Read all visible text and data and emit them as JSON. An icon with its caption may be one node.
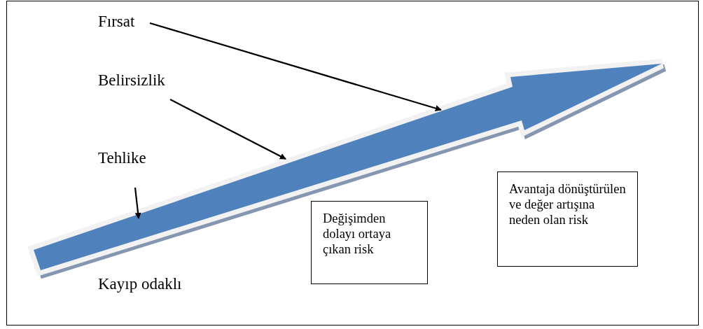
{
  "diagram": {
    "nodes": [
      {
        "text": [
          "Fırsat"
        ]
      },
      {
        "text": [
          "Belirsizlik"
        ]
      },
      {
        "text": [
          "Tehlike"
        ]
      },
      {
        "text": [],
        "shape": "arrow"
      },
      {
        "text": [
          "Değişimden dolayı ortaya çıkan risk"
        ]
      },
      {
        "text": [
          "Avantaja dönüştürülen ve değer artışına neden olan risk"
        ]
      }
    ],
    "edges": [
      {
        "from": 0,
        "to": 3,
        "arrow": "to"
      },
      {
        "from": 1,
        "to": 3,
        "arrow": "to"
      },
      {
        "from": 2,
        "to": 3,
        "arrow": "to"
      }
    ],
    "labels": [
      "Kayıp odaklı"
    ]
  }
}
